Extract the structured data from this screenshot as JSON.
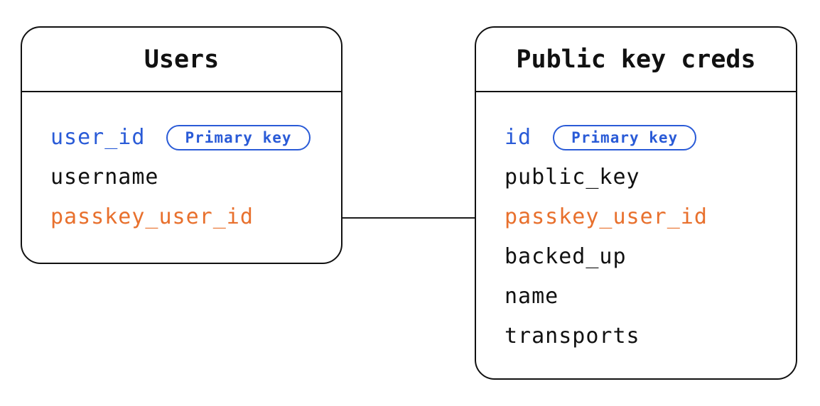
{
  "diagram": {
    "colors": {
      "primary_key_blue": "#2a5bd7",
      "foreign_key_orange": "#e8702d",
      "text_black": "#111111",
      "background": "#ffffff"
    },
    "tables": [
      {
        "id": "users",
        "title": "Users",
        "fields": [
          {
            "label": "user_id",
            "role": "primary",
            "badge": "Primary key"
          },
          {
            "label": "username",
            "role": "default",
            "badge": null
          },
          {
            "label": "passkey_user_id",
            "role": "foreign",
            "badge": null
          }
        ]
      },
      {
        "id": "public-key-creds",
        "title": "Public key creds",
        "fields": [
          {
            "label": "id",
            "role": "primary",
            "badge": "Primary key"
          },
          {
            "label": "public_key",
            "role": "default",
            "badge": null
          },
          {
            "label": "passkey_user_id",
            "role": "foreign",
            "badge": null
          },
          {
            "label": "backed_up",
            "role": "default",
            "badge": null
          },
          {
            "label": "name",
            "role": "default",
            "badge": null
          },
          {
            "label": "transports",
            "role": "default",
            "badge": null
          }
        ]
      }
    ],
    "relationship": {
      "from_table": "Users",
      "from_field": "passkey_user_id",
      "to_table": "Public key creds",
      "to_field": "passkey_user_id"
    }
  }
}
